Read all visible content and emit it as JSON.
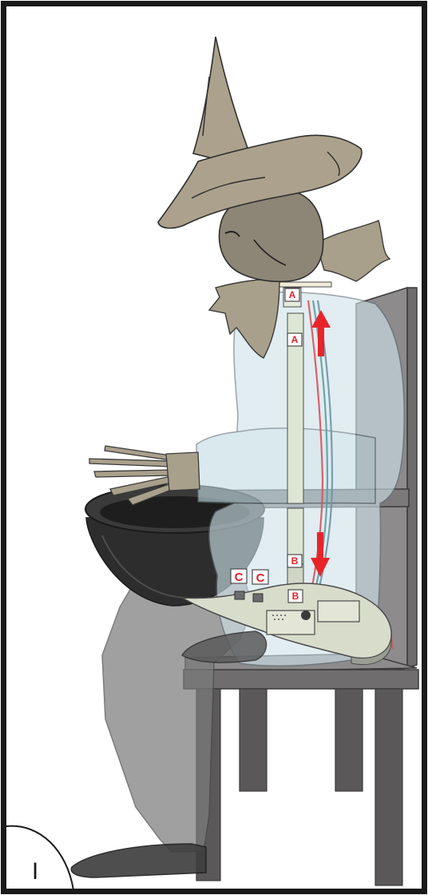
{
  "labels": {
    "a_upper": "A",
    "a_lower": "A",
    "b_upper": "B",
    "b_lower": "B",
    "c_left": "C",
    "c_right": "C"
  },
  "step_number": "I",
  "colors": {
    "frame": "#1a1a1a",
    "hat": "#aca18c",
    "head": "#8d8576",
    "cloth": "#a9a08b",
    "shirt": "#cfe3ea",
    "chair": "#8d8b8c",
    "chair_dark": "#585657",
    "bowl": "#2e2e2e",
    "pants": "#8a8a8a",
    "shoe": "#3c3c3c",
    "pole": "#dde5d5",
    "base_board": "#d8dccb",
    "arrow": "#e8242b",
    "wire_red": "#d9535a",
    "wire_teal": "#5b9fa7",
    "wire_blue": "#6f94a6",
    "label_text": "#e0202a"
  },
  "icons": {
    "arrow_up": "arrow-up-icon",
    "arrow_down": "arrow-down-icon"
  }
}
